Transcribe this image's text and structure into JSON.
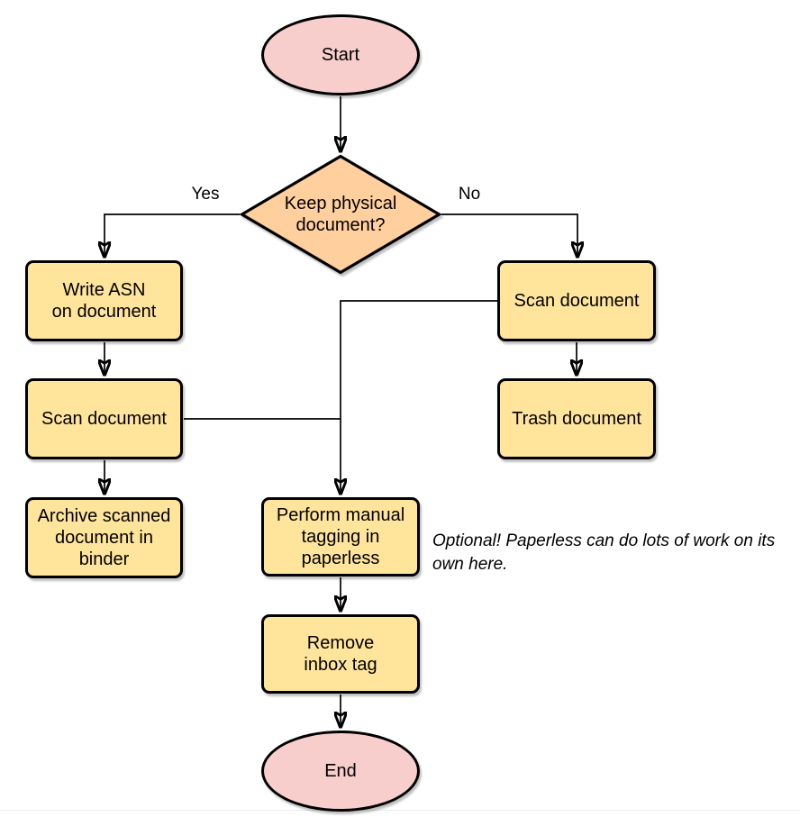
{
  "colors": {
    "terminal_fill": "#f8cecc",
    "decision_fill": "#ffcf9e",
    "process_fill": "#ffe49c",
    "stroke": "#000000",
    "text": "#000000"
  },
  "nodes": {
    "start": {
      "type": "terminal",
      "label": "Start"
    },
    "decision": {
      "type": "decision",
      "label": "Keep physical\ndocument?"
    },
    "write_asn": {
      "type": "process",
      "label": "Write ASN\non document"
    },
    "scan_left": {
      "type": "process",
      "label": "Scan document"
    },
    "archive": {
      "type": "process",
      "label": "Archive scanned\ndocument in\nbinder"
    },
    "scan_right": {
      "type": "process",
      "label": "Scan document"
    },
    "trash": {
      "type": "process",
      "label": "Trash document"
    },
    "perform_tagging": {
      "type": "process",
      "label": "Perform manual\ntagging in\npaperless"
    },
    "remove_inbox": {
      "type": "process",
      "label": "Remove\ninbox tag"
    },
    "end": {
      "type": "terminal",
      "label": "End"
    }
  },
  "edge_labels": {
    "yes": "Yes",
    "no": "No"
  },
  "annotation": {
    "text": "Optional! Paperless can do lots of work on its own here."
  }
}
